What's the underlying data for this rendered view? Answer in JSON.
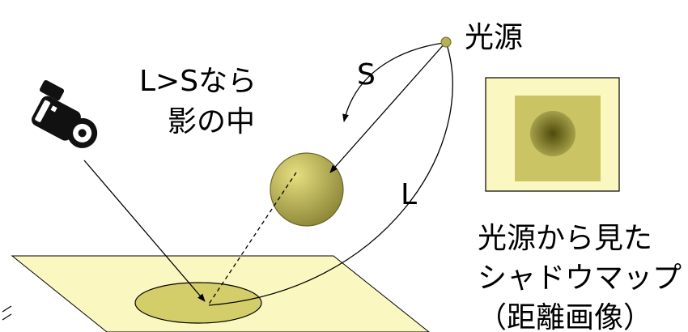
{
  "labels": {
    "light_source": "光源",
    "condition_line1": "L>Sなら",
    "condition_line2": "影の中",
    "distance_s": "S",
    "distance_l": "L",
    "map_caption_line1": "光源から見た",
    "map_caption_line2": "シャドウマップ",
    "map_caption_line3": "（距離画像）"
  },
  "colors": {
    "floor": "#fbf7c0",
    "shadow": "#d3cd6a",
    "sphere_light": "#e6df80",
    "sphere_dark": "#8c8638",
    "map_background": "#fbf7c0",
    "map_square": "#cbc464",
    "map_center": "#4f4a0a",
    "map_edge": "#a5a04a",
    "light_dot": "#b6b058",
    "outline": "#000000"
  },
  "icons": {
    "camera": "video-camera-icon"
  }
}
